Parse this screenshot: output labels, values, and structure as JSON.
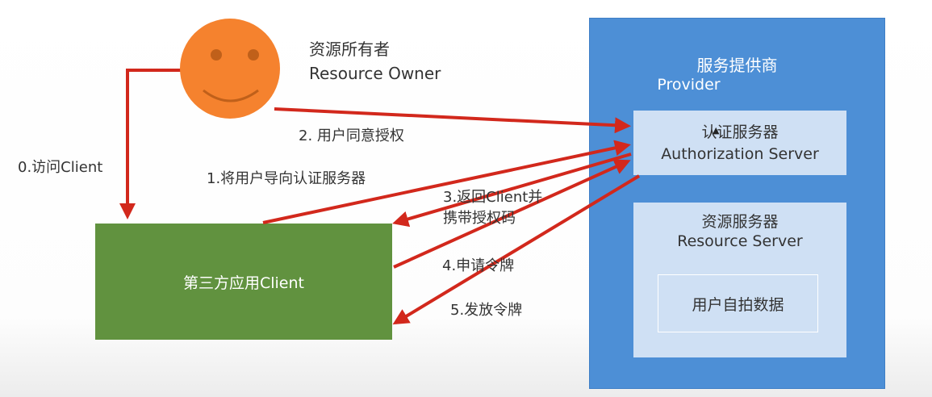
{
  "owner": {
    "label_zh": "资源所有者",
    "label_en": "Resource Owner"
  },
  "provider": {
    "title_zh": "服务提供商",
    "title_en": "Provider",
    "auth_server": {
      "zh": "认证服务器",
      "en": "Authorization Server"
    },
    "resource_server": {
      "zh": "资源服务器",
      "en": "Resource Server"
    },
    "user_data": "用户自拍数据"
  },
  "client": {
    "label": "第三方应用Client"
  },
  "steps": {
    "s0": "0.访问Client",
    "s1": "1.将用户导向认证服务器",
    "s2": "2. 用户同意授权",
    "s3_line1": "3.返回Client并",
    "s3_line2": "携带授权码",
    "s4": "4.申请令牌",
    "s5": "5.发放令牌"
  },
  "colors": {
    "arrow": "#d2281c",
    "provider_bg": "#4d8fd6",
    "box_bg": "#cfe0f4",
    "client_bg": "#61923f",
    "face": "#f5822e"
  },
  "icons": {
    "owner": "smiley-face-icon",
    "cursor": "mouse-cursor-icon"
  }
}
